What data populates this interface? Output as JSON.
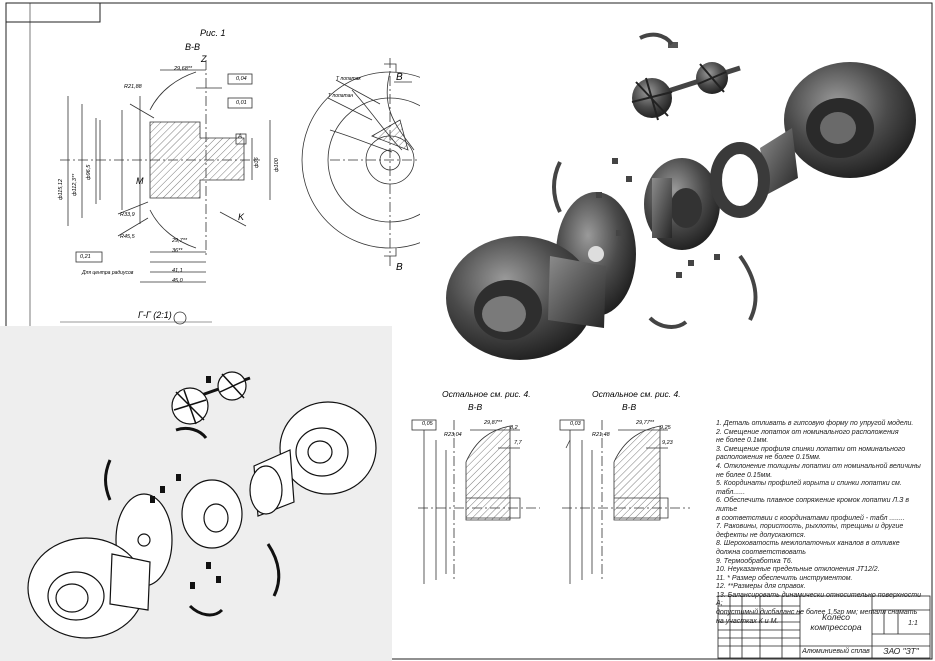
{
  "figure_label": "Рис. 1",
  "section_bb": "В-В",
  "section_gg": "Г-Г (2:1)",
  "label_z": "Z",
  "label_b": "B",
  "label_m": "M",
  "label_k": "K",
  "label_a": "A",
  "label_t_pitch": "T попатак",
  "label_t_pitch2": "Т попатан",
  "dim_top": "29,68**",
  "dim_width": "45,0",
  "dim_41": "41,1",
  "dim_36": "36**",
  "dim_29": "29,7**",
  "dim_r1": "R21,88",
  "dim_r2": "R33,9",
  "dim_r3": "R45,5",
  "dim_phi115": "ф115,12",
  "dim_phi112": "ф112,3**",
  "dim_phi96": "ф96,5",
  "dim_phi100": "ф100",
  "dim_phi36": "ф36",
  "tol_004": "0,04",
  "tol_001": "0,01",
  "tol_021": "0,21",
  "centre_note": "Для центра радиусов",
  "left_bottom": {
    "see_note": "Остальное см. рис. 4.",
    "section": "В-В",
    "dim_top": "29,87**",
    "dim_r": "R23,04",
    "dim_a": "8,2",
    "dim_b": "7,7",
    "tol": "0,05"
  },
  "right_bottom": {
    "see_note": "Остальное см. рис. 4.",
    "section": "В-В",
    "dim_top": "29,77**",
    "dim_r": "R21,48",
    "dim_a": "9,25",
    "dim_b": "9,23",
    "tol": "0,03"
  },
  "notes": [
    "1.  Деталь отливать в гипсовую форму по упругой модели.",
    "2.  Смещение лопаток от номинального расположения",
    "не более 0.1мм.",
    "3.  Смещение профиля спинки лопатки от номинального",
    "расположения  не более 0.15мм.",
    "4.  Отклонение толщины лопатки от номинальной величины",
    "не более 0.15мм.",
    "5.  Координаты профилей корыта и спинки лопатки см. табл......",
    "6.  Обеспечить плавное сопряжение кромок лопатки Л.З в литье",
    "в соответствии с координатами профилей - табл ........",
    "7.  Раковины, пористость, рыхлоты, трещины и другие",
    "дефекты не допускаются.",
    "8.  Шероховатость межлопаточных каналов в отливке",
    "должна соответствовать",
    "9.  Термообработка Т6.",
    "10.  Неуказанные предельные отклонения JT12/2.",
    "11.  * Размер обеспечить инструментом.",
    "12.  **Размеры для справок.",
    "13.  Балансировать динамически относительно поверхности А;",
    "допустимый дисбаланс  не более 1,5гр  мм; металл снимать",
    "на участках К и М."
  ],
  "title_block": {
    "name_line1": "Колесо",
    "name_line2": "компрессора",
    "material": "Алюминиевый сплав",
    "scale": "1:1",
    "company": "ЗАО \"ЗТ\""
  }
}
